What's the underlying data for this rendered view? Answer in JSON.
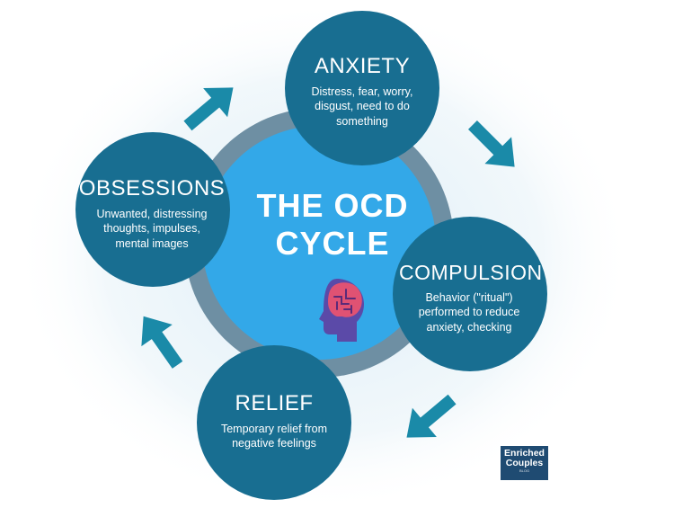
{
  "title": "THE OCD CYCLE",
  "title_lines": [
    "THE OCD",
    "CYCLE"
  ],
  "nodes": [
    {
      "id": "anxiety",
      "title": "ANXIETY",
      "description": [
        "Distress, fear, worry,",
        "disgust, need to do",
        "something"
      ]
    },
    {
      "id": "compulsion",
      "title": "COMPULSION",
      "description": [
        "Behavior (\"ritual\")",
        "performed to reduce",
        "anxiety, checking"
      ]
    },
    {
      "id": "relief",
      "title": "RELIEF",
      "description": [
        "Temporary relief from",
        "negative feelings"
      ]
    },
    {
      "id": "obsessions",
      "title": "OBSESSIONS",
      "description": [
        "Unwanted, distressing",
        "thoughts, impulses,",
        "mental images"
      ]
    }
  ],
  "center_icon": "head-brain-icon",
  "logo": {
    "line1": "Enriched",
    "line2": "Couples",
    "tagline": "BLOG"
  },
  "colors": {
    "background_glow": "#e8f3f9",
    "outer_ring": "#6e8fa3",
    "center_fill": "#33a8e8",
    "node_fill": "#186e91",
    "arrow": "#1a8aa8",
    "logo_bg": "#1f4b72",
    "head_fill": "#5b4aa8",
    "brain_fill": "#e05273"
  }
}
